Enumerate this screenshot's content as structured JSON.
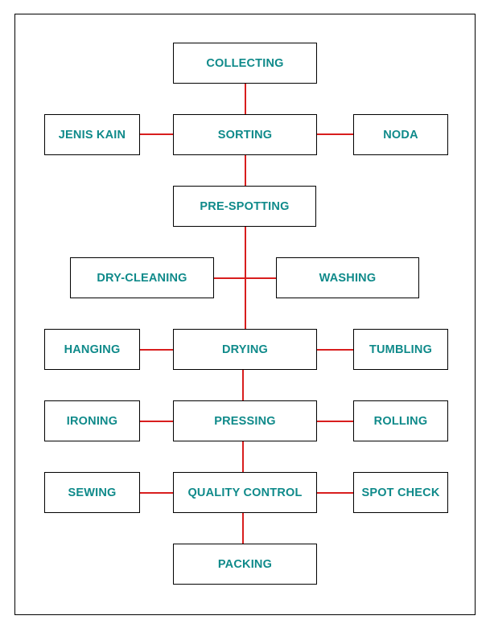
{
  "colors": {
    "text": "#0f8a8a",
    "connector": "#d81e1e",
    "border": "#000000"
  },
  "nodes": {
    "collecting": "COLLECTING",
    "sorting": "SORTING",
    "jenis_kain": "JENIS KAIN",
    "noda": "NODA",
    "pre_spotting": "PRE-SPOTTING",
    "dry_cleaning": "DRY-CLEANING",
    "washing": "WASHING",
    "drying": "DRYING",
    "hanging": "HANGING",
    "tumbling": "TUMBLING",
    "pressing": "PRESSING",
    "ironing": "IRONING",
    "rolling": "ROLLING",
    "quality_control": "QUALITY CONTROL",
    "sewing": "SEWING",
    "spot_check": "SPOT CHECK",
    "packing": "PACKING"
  }
}
